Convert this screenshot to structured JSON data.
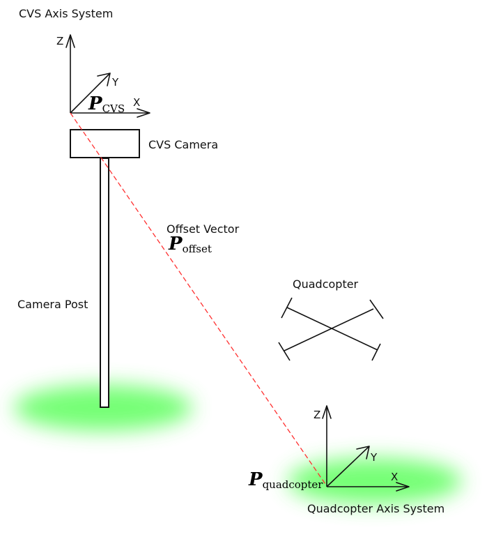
{
  "labels": {
    "cvs_axis_system": "CVS Axis System",
    "cvs_camera": "CVS Camera",
    "camera_post": "Camera Post",
    "offset_vector": "Offset Vector",
    "quadcopter": "Quadcopter",
    "quadcopter_axis_system": "Quadcopter Axis System"
  },
  "cvs_axes": {
    "z": "Z",
    "y": "Y",
    "x": "X"
  },
  "quad_axes": {
    "z": "Z",
    "y": "Y",
    "x": "X"
  },
  "math": {
    "p_cvs": {
      "symbol": "P",
      "subscript": "CVS"
    },
    "p_offset": {
      "symbol": "P",
      "subscript": "offset"
    },
    "p_quadcopter": {
      "symbol": "P",
      "subscript": "quadcopter"
    }
  },
  "colors": {
    "offset_line": "#ff3030",
    "ground_shadow": "#66ff66",
    "outline": "#111111"
  }
}
